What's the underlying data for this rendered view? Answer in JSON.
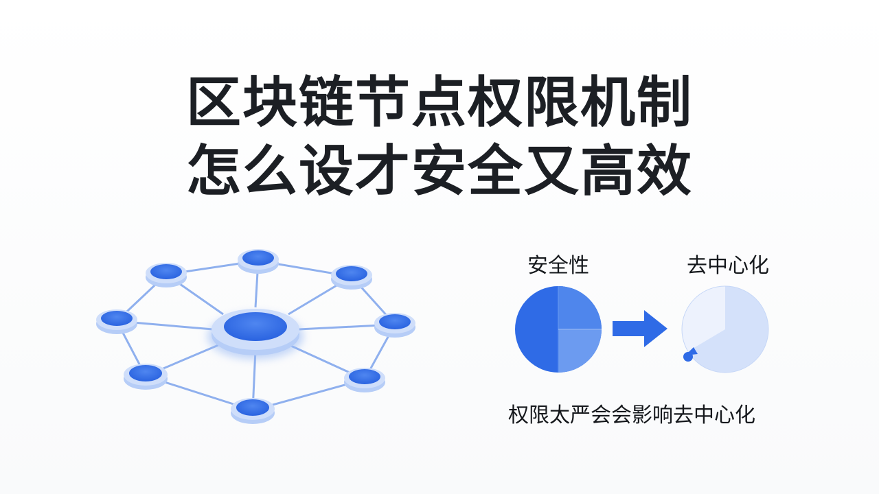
{
  "title": {
    "line1": "区块链节点权限机制",
    "line2": "怎么设才安全又高效"
  },
  "comparison": {
    "left_label": "安全性",
    "right_label": "去中心化",
    "caption": "权限太严会会影响去中心化"
  },
  "colors": {
    "primary": "#2f6be6",
    "node_ring": "#a9c3f5",
    "pie_light": "#dbe6fb",
    "title": "#1c1f24"
  }
}
